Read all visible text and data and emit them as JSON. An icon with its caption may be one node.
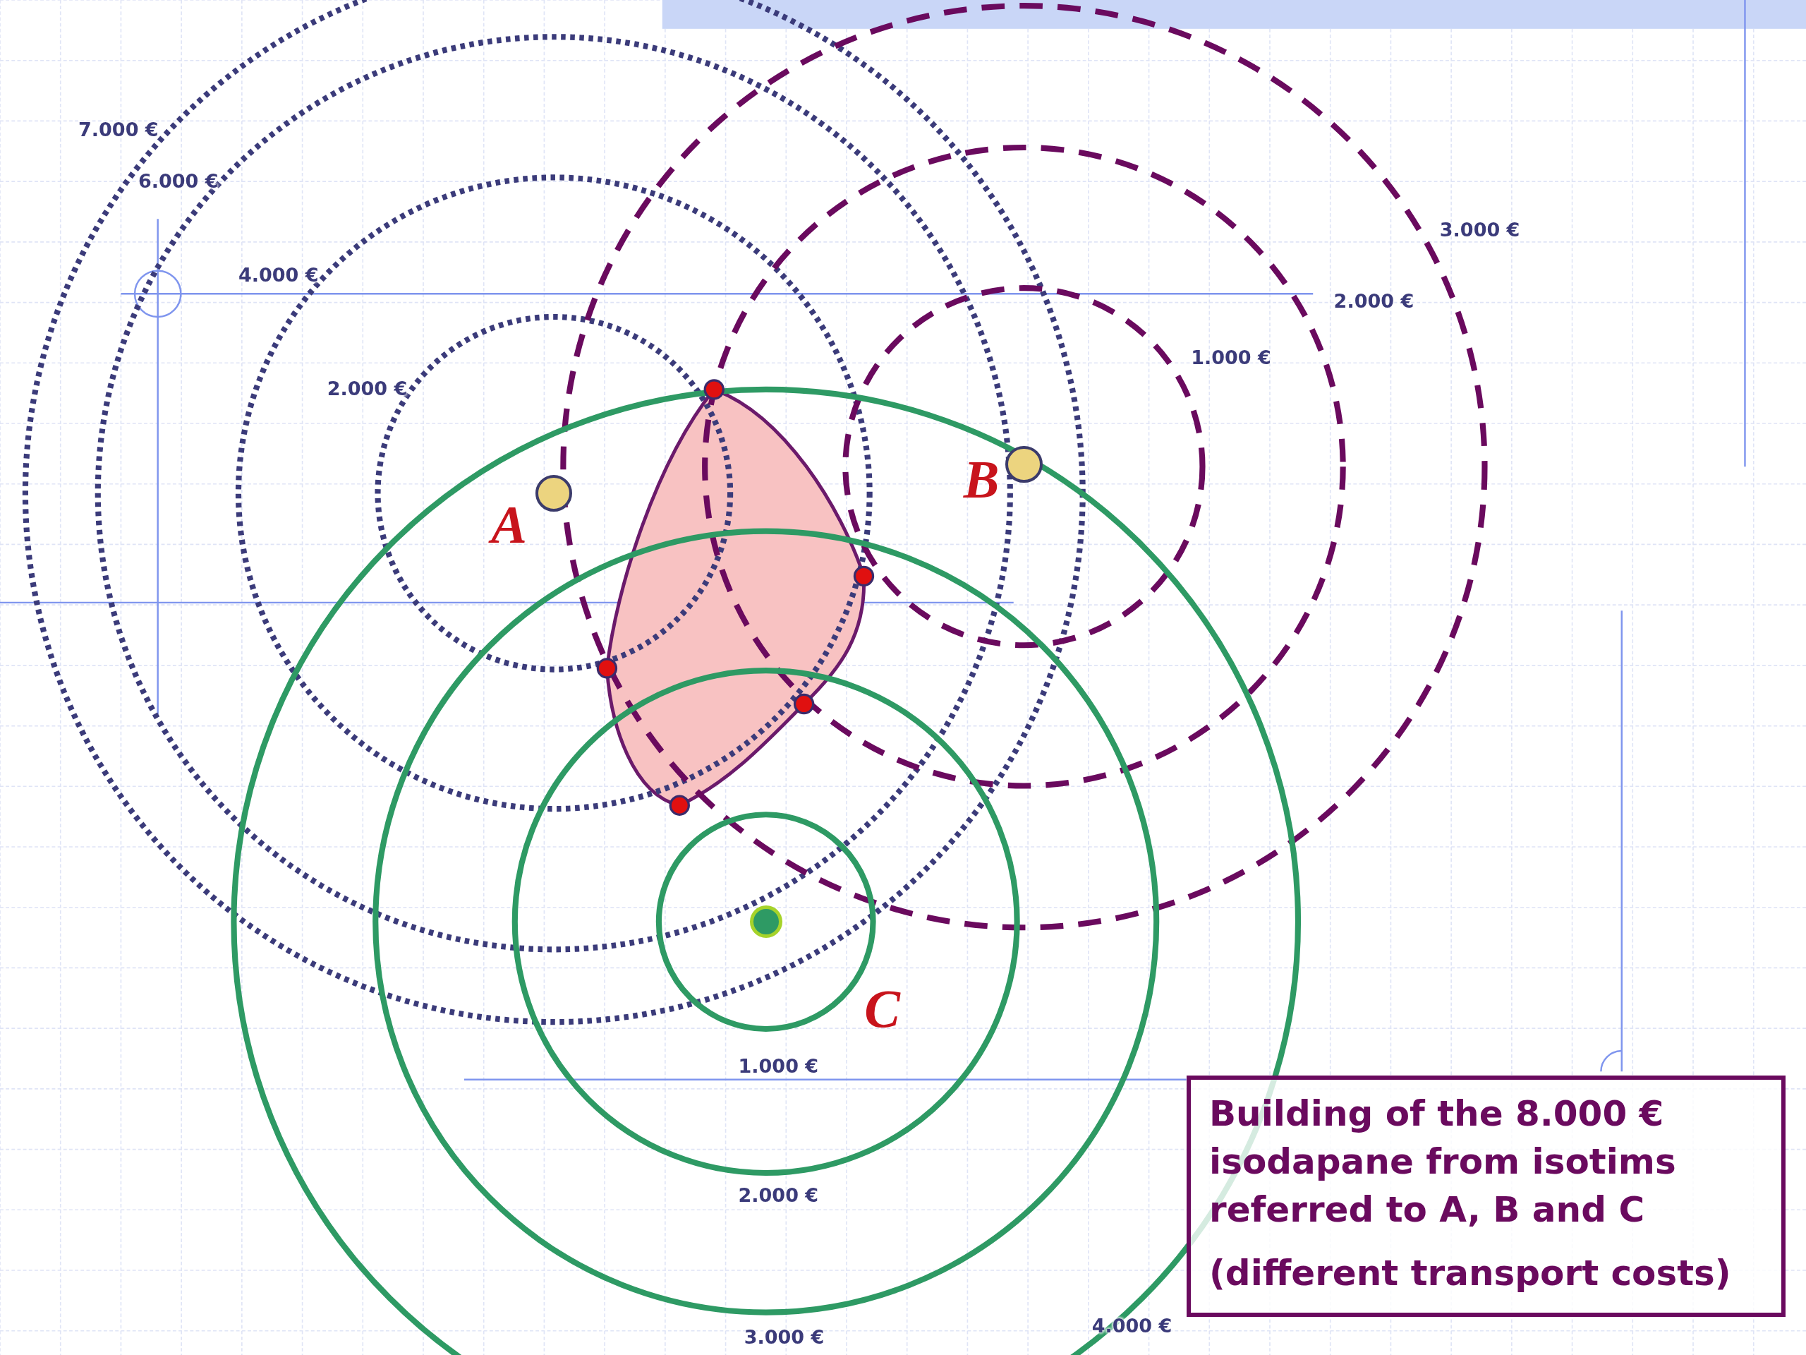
{
  "diagram": {
    "nodes": [
      {
        "text": [],
        "shape": "circle",
        "beside": [
          "A"
        ]
      },
      {
        "text": [],
        "shape": "circle",
        "beside": [
          "B"
        ]
      },
      {
        "text": [],
        "shape": "circle",
        "beside": [
          "C"
        ]
      },
      {
        "text": [
          "Building of the 8.000 € isodapane from isotims referred to A, B and C",
          "(different transport costs)"
        ]
      }
    ],
    "labels": [
      "7.000 €",
      "6.000 €",
      "4.000 €",
      "2.000 €",
      "3.000 €",
      "2.000 €",
      "1.000 €",
      "1.000 €",
      "2.000 €",
      "3.000 €",
      "4.000 €"
    ]
  }
}
